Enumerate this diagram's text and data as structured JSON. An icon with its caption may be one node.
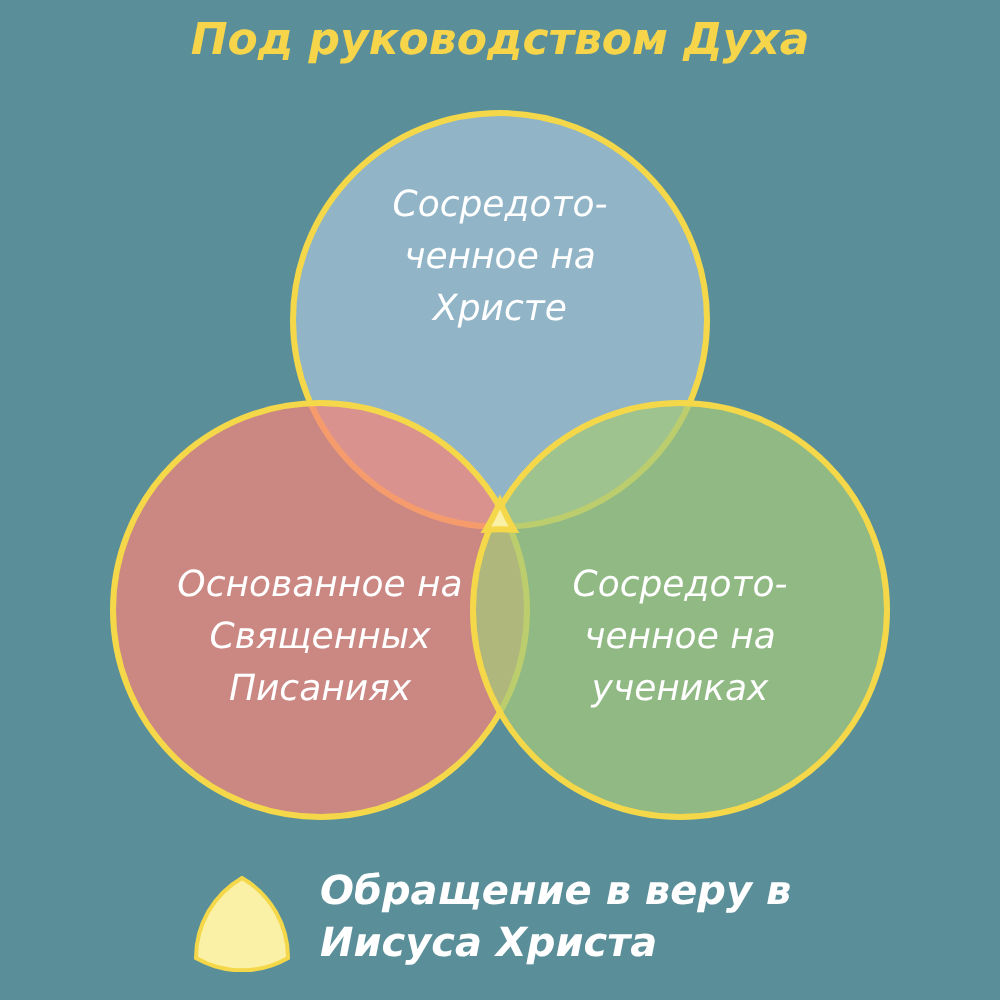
{
  "diagram": {
    "title": "Под руководством Духа",
    "nodes": [
      {
        "text": [
          "Сосредото- ченное на Христе"
        ]
      },
      {
        "text": [
          "Основанное на Священных Писаниях"
        ]
      },
      {
        "text": [
          "Сосредото- ченное на учениках"
        ]
      },
      {
        "text": [],
        "shape": "triangle"
      }
    ],
    "legend": [
      {
        "text": "Обращение в веру в Иисуса Христа",
        "color": "#faf0a6"
      }
    ]
  }
}
